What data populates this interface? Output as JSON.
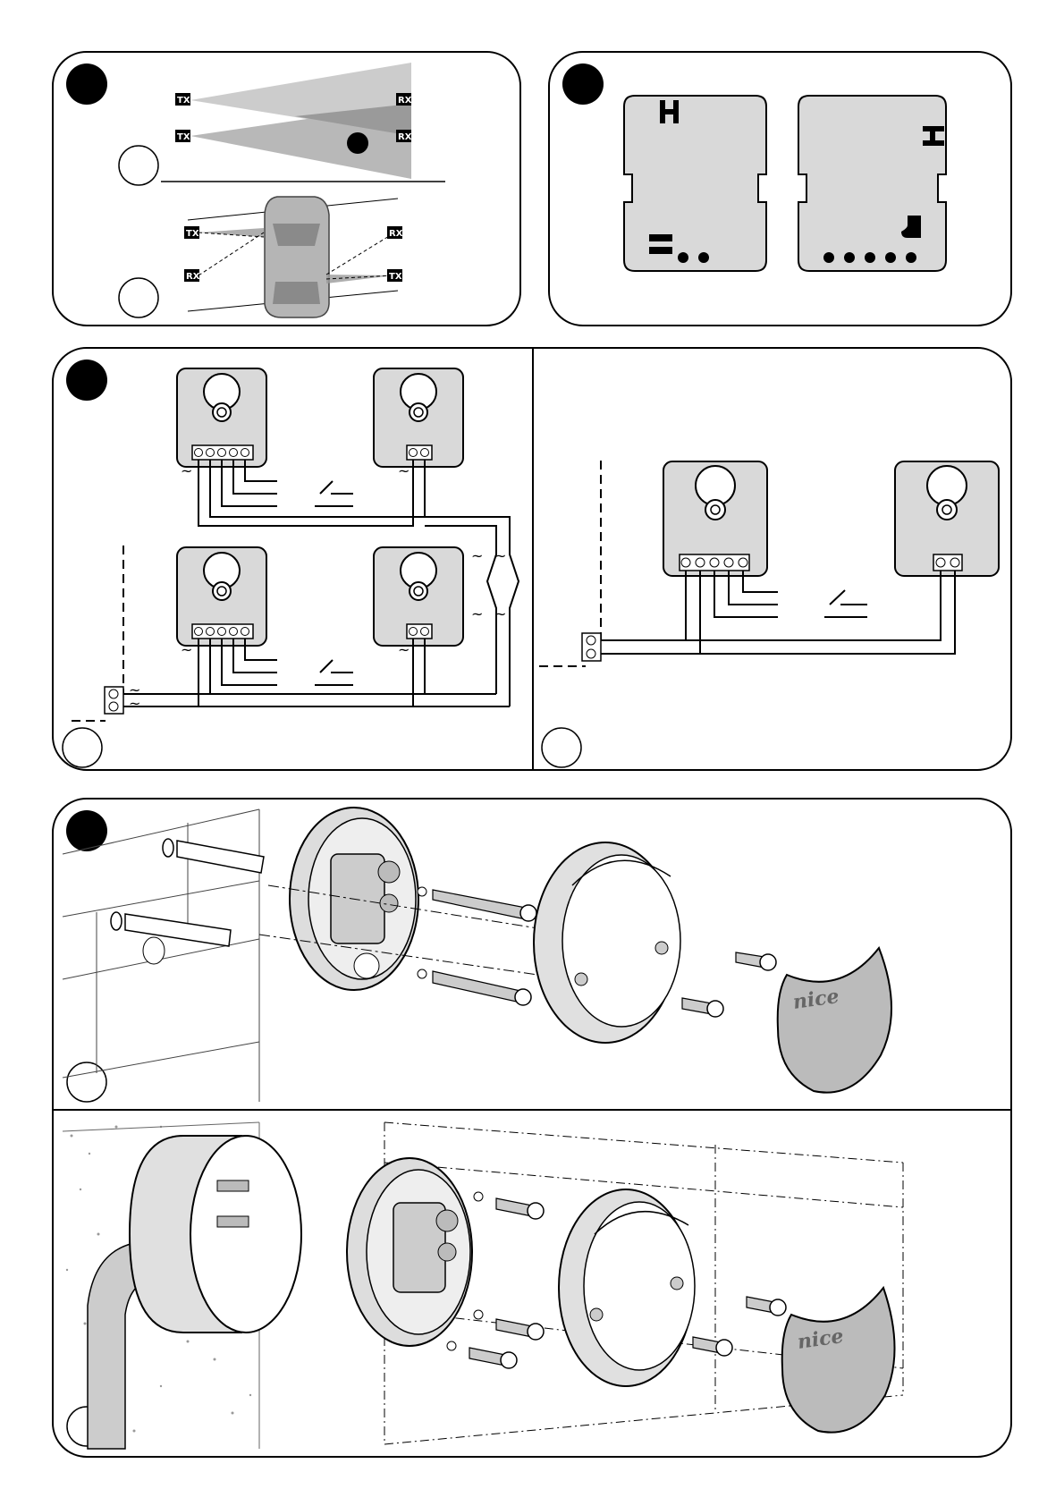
{
  "figure1": {
    "labels": [
      "TX",
      "RX",
      "TX",
      "RX",
      "TX",
      "RX",
      "RX",
      "TX"
    ]
  },
  "wiring": {
    "ac_symbol": "~"
  },
  "brand": {
    "logo_text": "nice"
  }
}
